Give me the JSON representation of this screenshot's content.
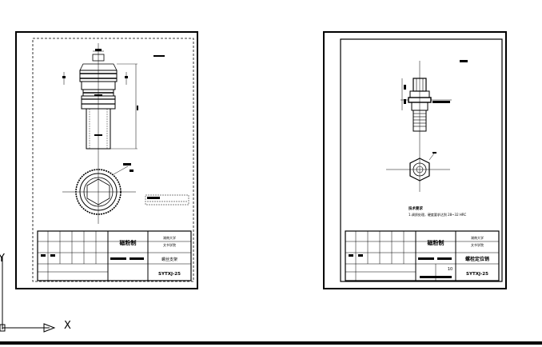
{
  "sheets": {
    "left": {
      "title_block": {
        "drawing_name": "磁粉制",
        "school_line1": "湖南大学",
        "school_line2": "文书学院",
        "part_name": "螺丝支架",
        "drawing_code": "SYTXJ-25"
      }
    },
    "right": {
      "title_block": {
        "drawing_name": "磁粉制",
        "school_line1": "湖南大学",
        "school_line2": "文书学院",
        "part_name": "螺栓定位销",
        "drawing_code": "SYTXJ-25",
        "sheet_number": "10"
      },
      "tech_notes": {
        "heading": "技术要求",
        "line1": "1.调质处理，硬度要求达到 28~32 HRC"
      }
    }
  },
  "ucs": {
    "x_label": "X",
    "y_label": "Y"
  },
  "colors": {
    "line": "#000000",
    "background": "#ffffff"
  }
}
